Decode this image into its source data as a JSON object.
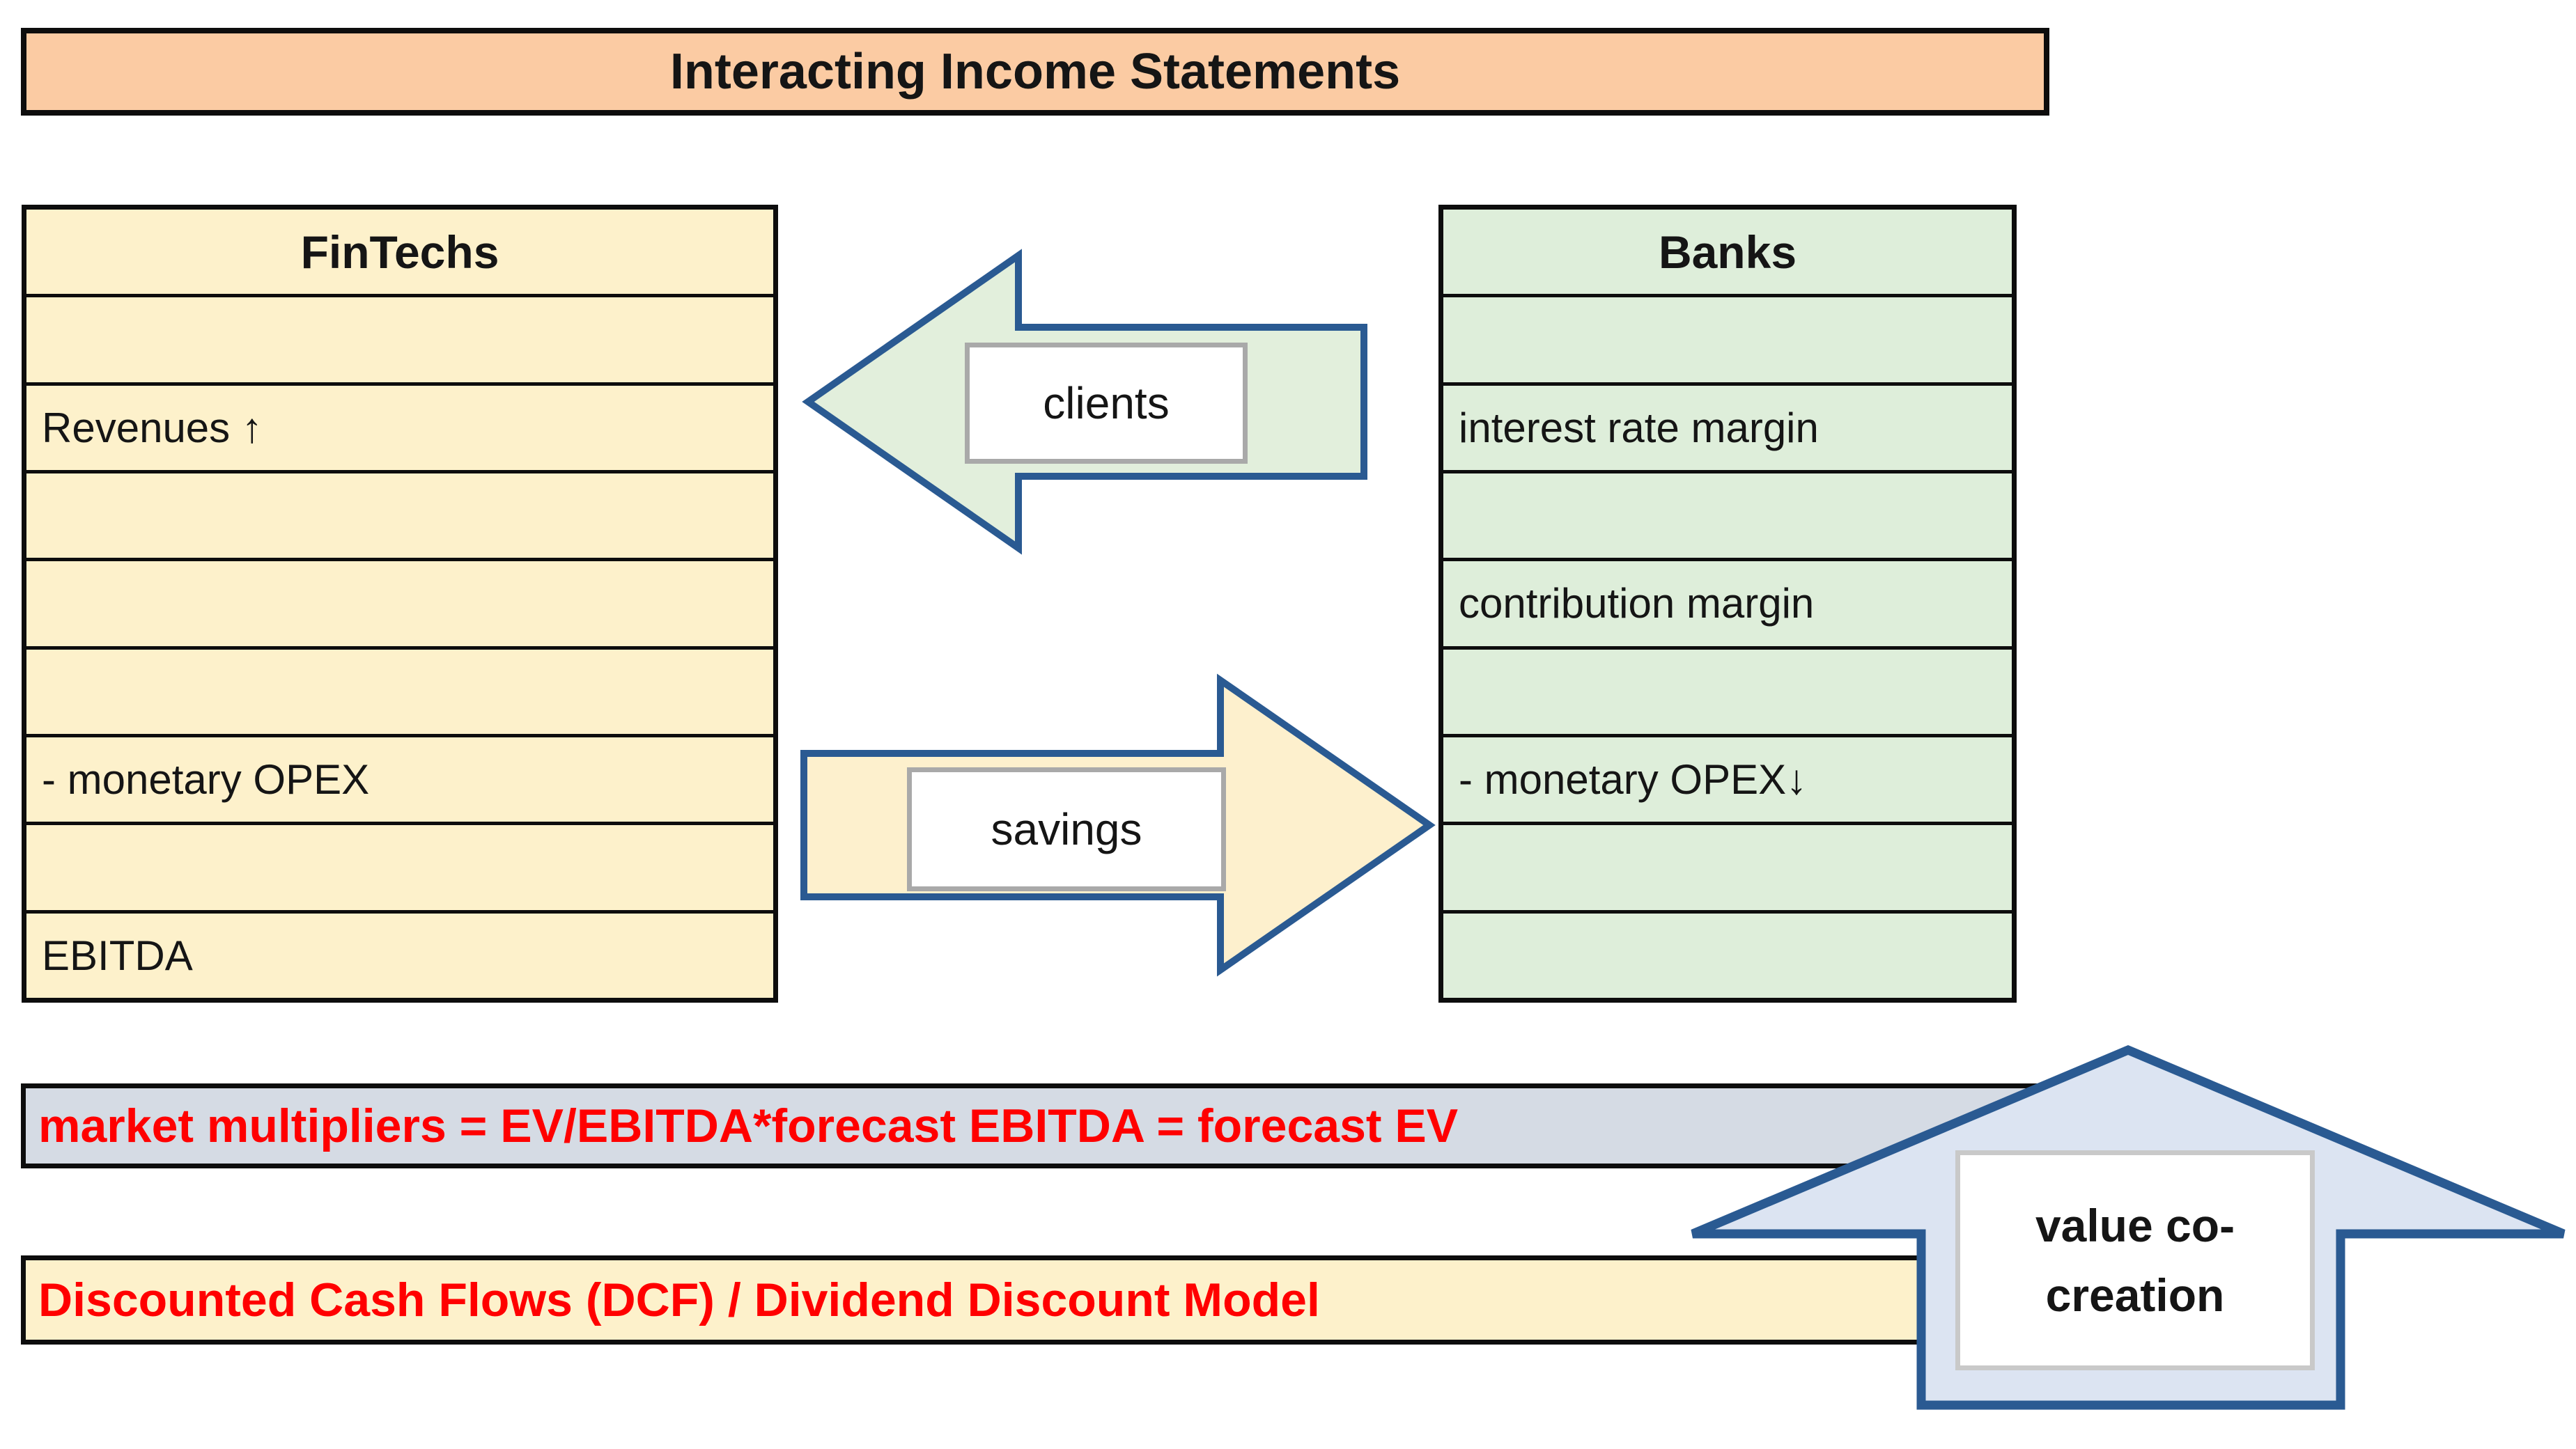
{
  "title": "Interacting Income Statements",
  "fintechs": {
    "cells": [
      "FinTechs",
      "",
      "Revenues ↑",
      "",
      "",
      "",
      "- monetary OPEX",
      "",
      "EBITDA"
    ]
  },
  "banks": {
    "cells": [
      "Banks",
      "",
      "interest rate margin",
      "",
      "contribution margin",
      "",
      "- monetary OPEX↓",
      "",
      ""
    ]
  },
  "labels": {
    "clients": "clients",
    "savings": "savings",
    "value_line1": "value co-",
    "value_line2": "creation"
  },
  "bars": {
    "market_multipliers": "market multipliers = EV/EBITDA*forecast EBITDA = forecast EV",
    "dcf": "Discounted Cash Flows (DCF) / Dividend Discount Model"
  },
  "colors": {
    "title_fill": "#FBCBA3",
    "fintechs_fill": "#FDF1CB",
    "banks_fill": "#DEEEDA",
    "clients_arrow_fill": "#E2EFDC",
    "savings_arrow_fill": "#FDF0CD",
    "value_arrow_fill": "#DCE4F2",
    "arrow_border": "#2A5A92",
    "market_bar_fill": "#D5DBE4",
    "dcf_bar_fill": "#FDF1CB",
    "red_text": "#FF0000"
  }
}
